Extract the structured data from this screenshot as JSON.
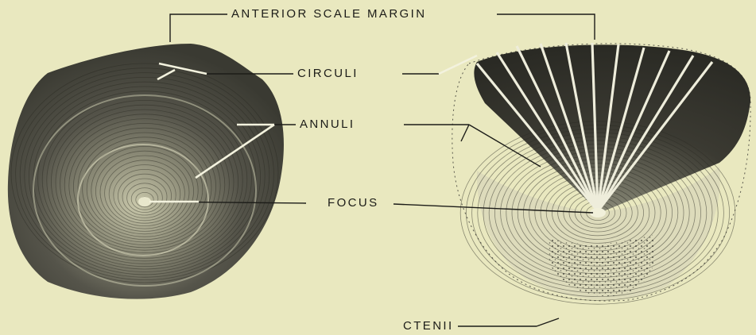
{
  "labels": {
    "anterior_scale_margin": "ANTERIOR SCALE MARGIN",
    "circuli": "CIRCULI",
    "annuli": "ANNULI",
    "focus": "FOCUS",
    "ctenii": "CTENII"
  },
  "colors": {
    "background": "#e9e8bf",
    "ink": "#1c1c18",
    "scale_dark": "#3f3e34",
    "scale_light": "#d7d6b8"
  }
}
